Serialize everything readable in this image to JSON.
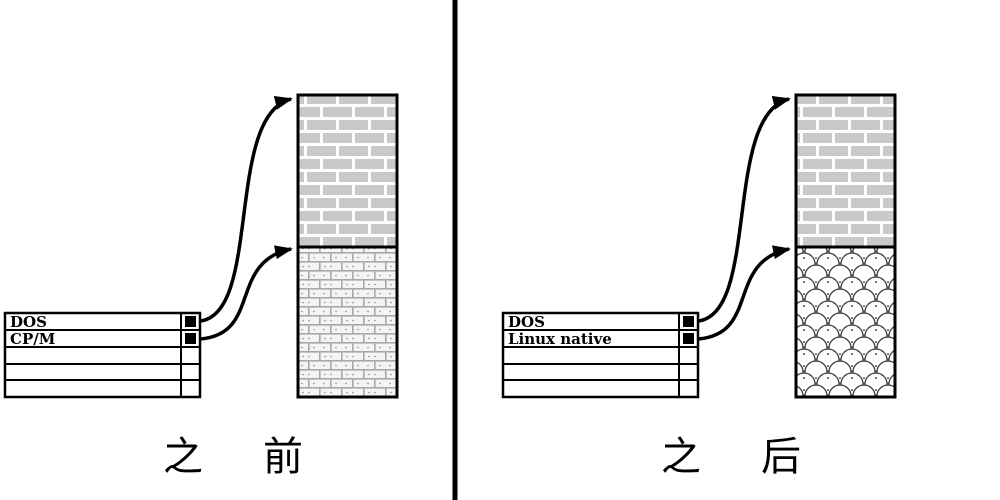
{
  "before": {
    "caption": "之前",
    "table": {
      "rows": [
        "DOS",
        "CP/M",
        "",
        "",
        ""
      ]
    },
    "disk": {
      "top_pattern": "brick-wall",
      "bottom_pattern": "small-brick"
    }
  },
  "after": {
    "caption": "之后",
    "table": {
      "rows": [
        "DOS",
        "Linux native",
        "",
        "",
        ""
      ]
    },
    "disk": {
      "top_pattern": "brick-wall",
      "bottom_pattern": "fish-scale"
    }
  },
  "colors": {
    "line": "#000000",
    "brick_fill": "#c9c9c9"
  }
}
